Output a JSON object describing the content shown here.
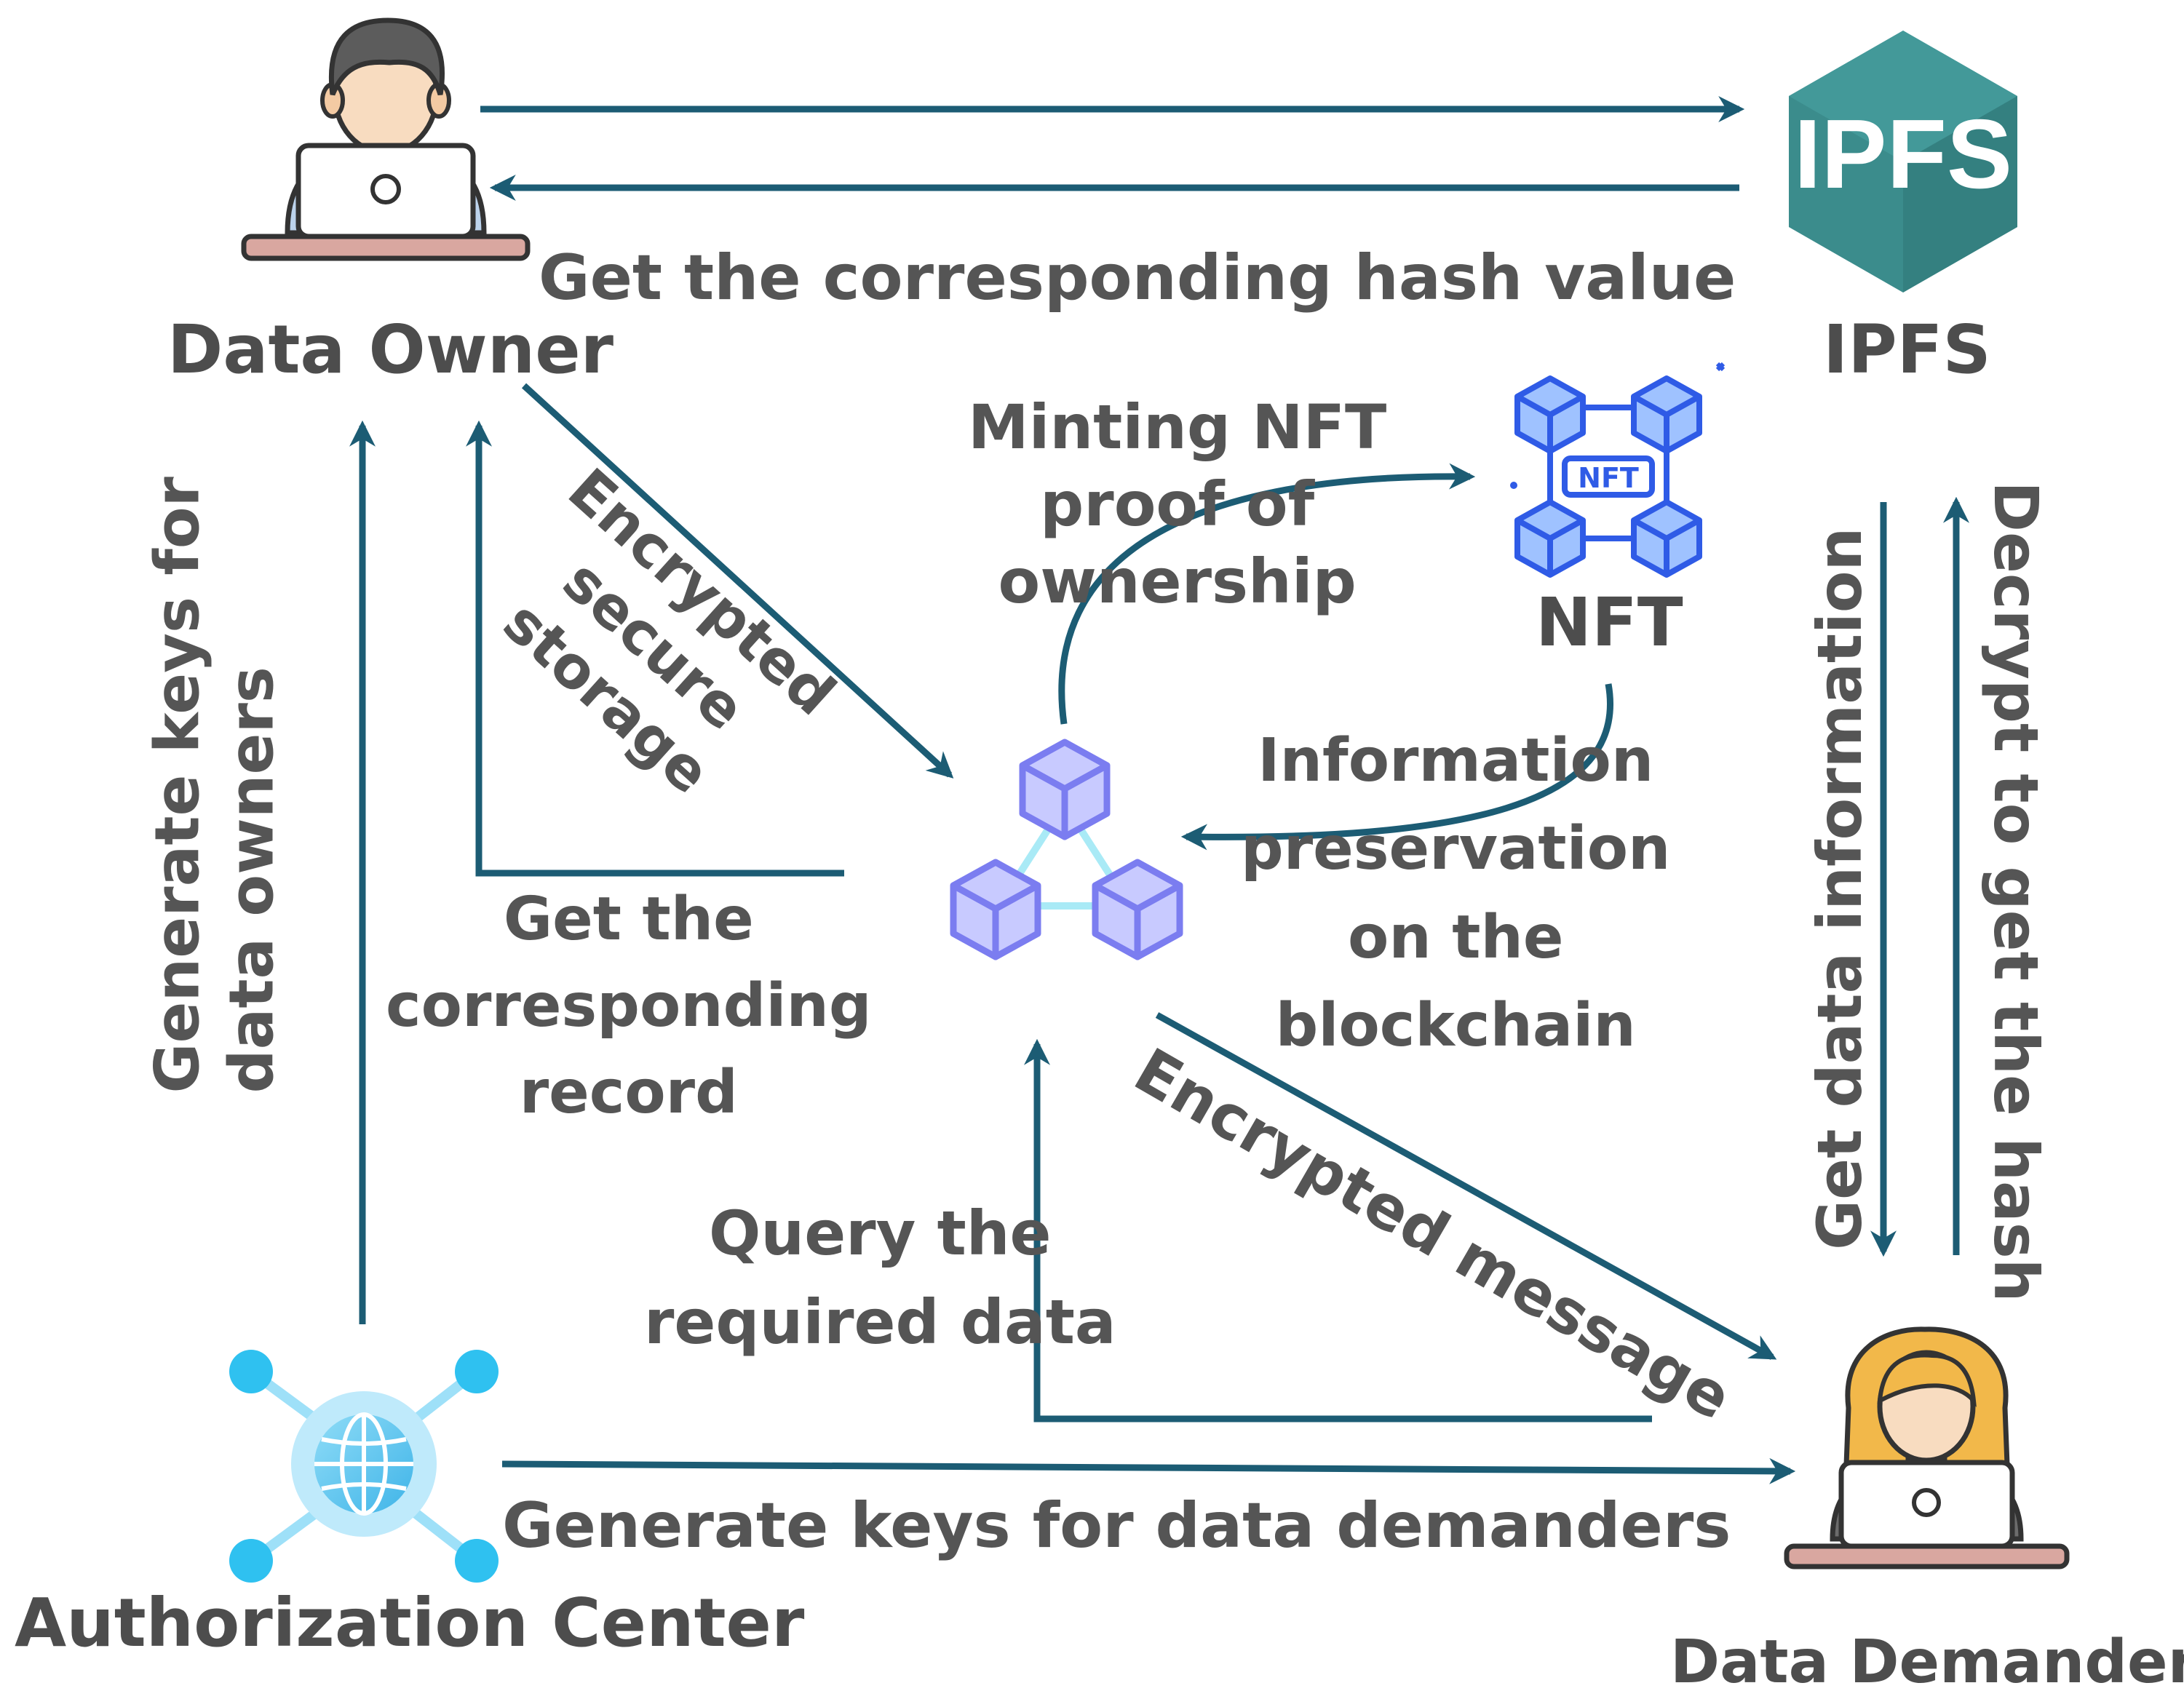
{
  "nodes": {
    "data_owner": "Data Owner",
    "ipfs": "IPFS",
    "ipfs_logo": "IPFS",
    "nft": "NFT",
    "nft_badge": "NFT",
    "authorization_center": "Authorization Center",
    "data_demander": "Data Demander"
  },
  "edges": {
    "hash_value": "Get the corresponding hash value",
    "encrypted_storage": [
      "Encrypted",
      "secure",
      "storage"
    ],
    "minting": [
      "Minting NFT",
      "proof of",
      "ownership"
    ],
    "preservation": [
      "Information",
      "preservation",
      "on the",
      "blockchain"
    ],
    "record": [
      "Get the",
      "corresponding",
      "record"
    ],
    "keys_owners": [
      "Generate keys for",
      "data owners"
    ],
    "get_data_info": "Get data information",
    "decrypt_hash": "Decrypt to get the hash",
    "encrypted_message": "Encrypted message",
    "query": [
      "Query the",
      "required data"
    ],
    "keys_demanders": "Generate keys for data demanders"
  },
  "colors": {
    "arrow": "#1c5c74",
    "text": "#555555",
    "ipfs": "#3b8c8c",
    "nft": "#2f5be6",
    "blockchain": "#7b7df0",
    "auth": "#2fc1f0"
  }
}
